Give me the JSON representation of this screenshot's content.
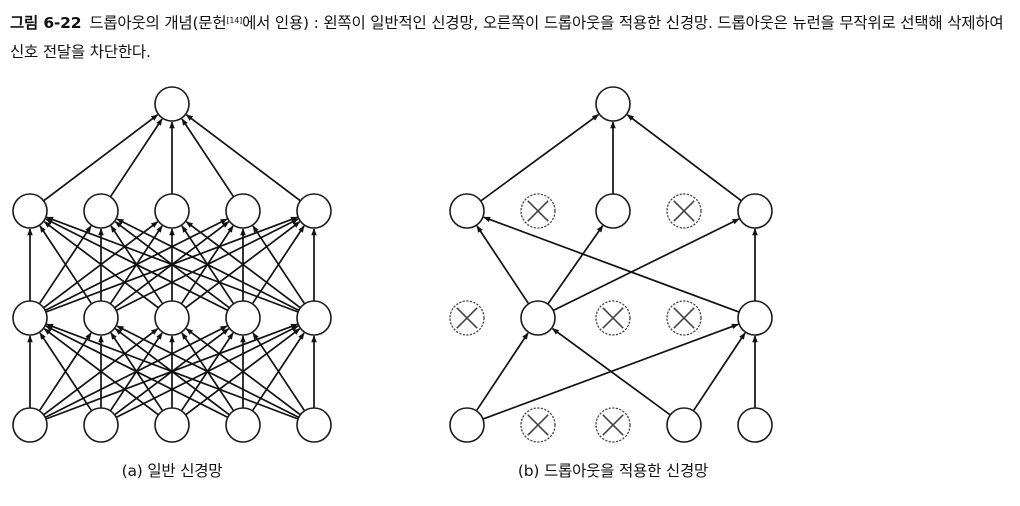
{
  "caption": {
    "figure_number": "그림 6-22",
    "text_before_citation": "드롭아웃의 개념(문헌",
    "citation": "[14]",
    "text_after_citation": "에서 인용) : 왼쪽이 일반적인 신경망, 오른쪽이 드롭아웃을 적용한 신경망. 드롭아웃은 뉴런을 무작위로 선택해 삭제하여 신호 전달을 차단한다."
  },
  "networks": [
    {
      "label": "(a) 일반 신경망",
      "layers": [
        {
          "size": 5,
          "dropped": []
        },
        {
          "size": 5,
          "dropped": []
        },
        {
          "size": 5,
          "dropped": []
        },
        {
          "size": 1,
          "dropped": []
        }
      ],
      "fully_connected": true
    },
    {
      "label": "(b) 드롭아웃을 적용한 신경망",
      "layers": [
        {
          "size": 5,
          "dropped": [
            1,
            2
          ]
        },
        {
          "size": 5,
          "dropped": [
            0,
            2,
            3
          ]
        },
        {
          "size": 5,
          "dropped": [
            1,
            3
          ]
        },
        {
          "size": 1,
          "dropped": []
        }
      ],
      "fully_connected": false
    }
  ],
  "colors": {
    "node_stroke": "#1a1a1a",
    "node_fill": "#ffffff",
    "edge": "#111111",
    "dropped": "#444444"
  }
}
